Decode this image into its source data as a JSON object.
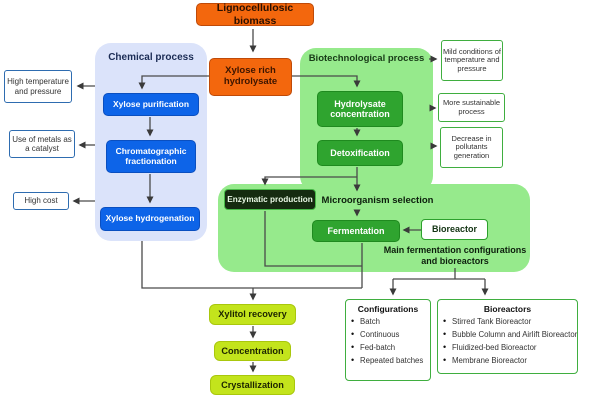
{
  "colors": {
    "orange_fill": "#f3670d",
    "blue_fill": "#0d64e8",
    "light_blue_container": "#dbe3fa",
    "green_fill": "#2fa42f",
    "light_green_container": "#96ea8c",
    "dark_green_fill": "#152b10",
    "lime_fill": "#c3e41c",
    "outline_blue_border": "#2e6cb0",
    "outline_green_border": "#3fae3f",
    "connector": "#4a4a4a"
  },
  "top": {
    "biomass": "Lignocellulosic biomass",
    "hydrolysate": "Xylose rich hydrolysate"
  },
  "chemical": {
    "title": "Chemical process",
    "steps": [
      "Xylose purification",
      "Chromatographic fractionation",
      "Xylose hydrogenation"
    ],
    "drawbacks": [
      "High temperature and pressure",
      "Use of metals as a catalyst",
      "High cost"
    ]
  },
  "biotech": {
    "title": "Biotechnological process",
    "steps": [
      "Hydrolysate concentration",
      "Detoxification"
    ],
    "advantages": [
      "Mild conditions of temperature and pressure",
      "More sustainable process",
      "Decrease in pollutants generation"
    ],
    "enzymatic_production": "Enzymatic production",
    "microorganism_selection": "Microorganism selection",
    "fermentation": "Fermentation",
    "bioreactor": "Bioreactor",
    "main_fermentation_label": "Main fermentation configurations and bioreactors"
  },
  "downstream": {
    "steps": [
      "Xylitol recovery",
      "Concentration",
      "Crystallization"
    ]
  },
  "configurations": {
    "title": "Configurations",
    "items": [
      "Batch",
      "Continuous",
      "Fed-batch",
      "Repeated batches"
    ]
  },
  "bioreactors": {
    "title": "Bioreactors",
    "items": [
      "Stirred Tank Bioreactor",
      "Bubble Column and Airlift Bioreactor",
      "Fluidized-bed Bioreactor",
      "Membrane Bioreactor"
    ]
  }
}
